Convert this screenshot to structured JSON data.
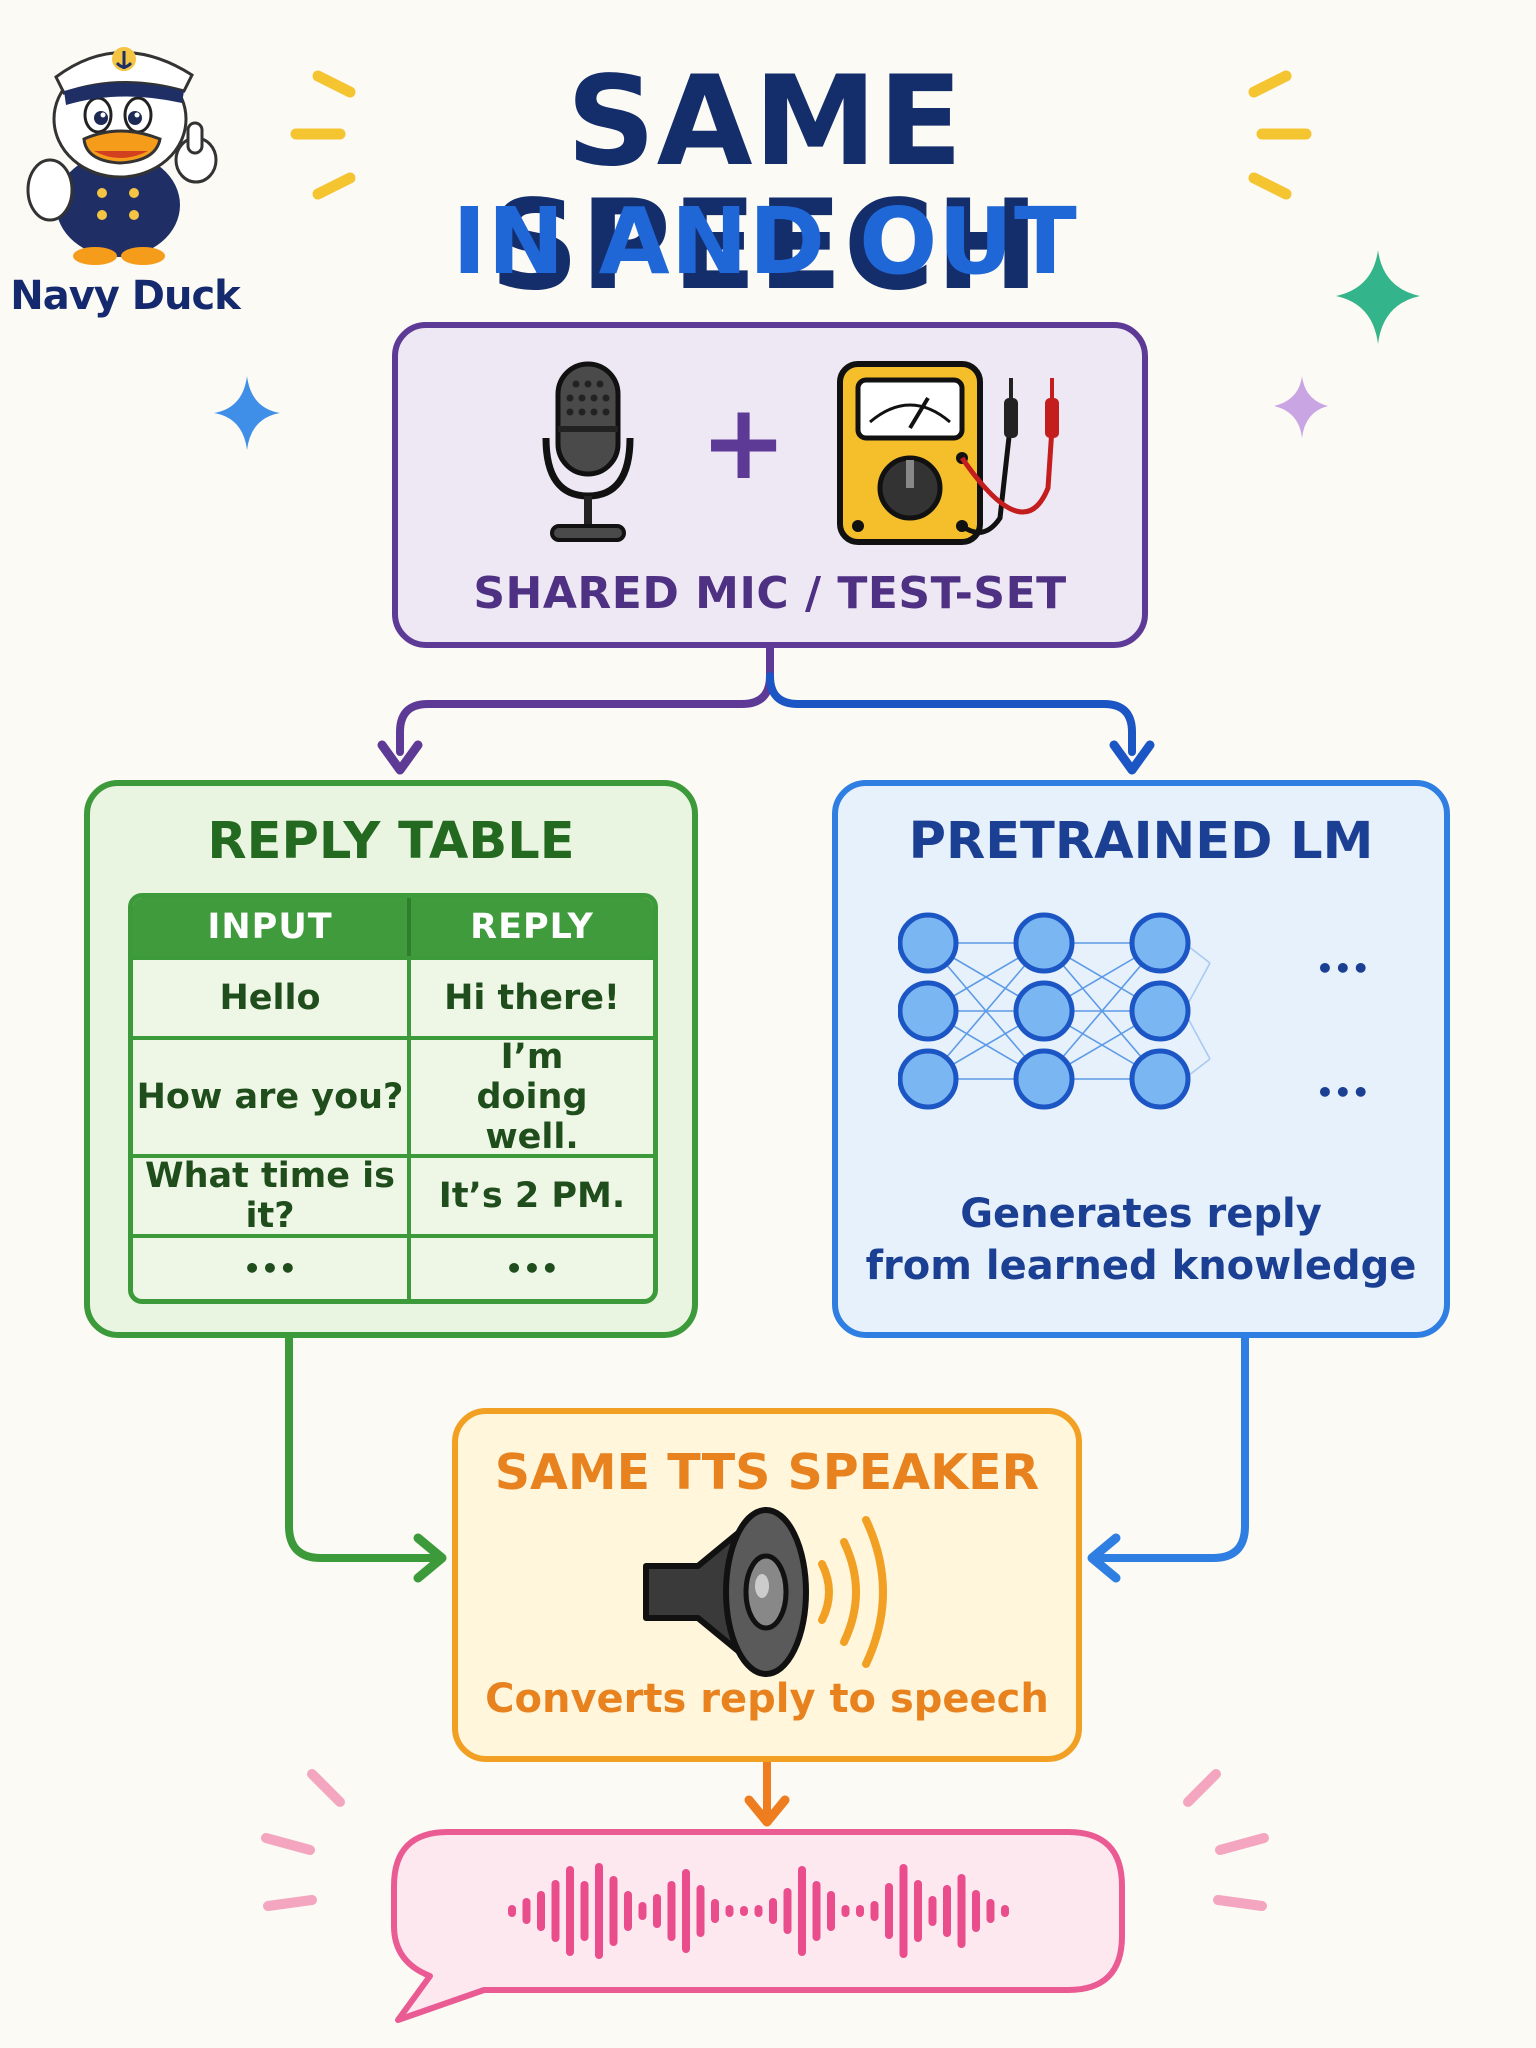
{
  "logo": {
    "text": "Navy Duck"
  },
  "title": {
    "main": "SAME SPEECH",
    "sub": "IN AND OUT"
  },
  "input_box": {
    "caption": "SHARED MIC / TEST-SET",
    "joiner": "+"
  },
  "reply_table": {
    "heading": "REPLY TABLE",
    "columns": [
      "INPUT",
      "REPLY"
    ],
    "rows": [
      [
        "Hello",
        "Hi there!"
      ],
      [
        "How are you?",
        "I’m doing well."
      ],
      [
        "What time is it?",
        "It’s 2 PM."
      ],
      [
        "•••",
        "•••"
      ]
    ]
  },
  "language_model": {
    "heading": "PRETRAINED LM",
    "caption_line1": "Generates reply",
    "caption_line2": "from learned knowledge",
    "ellipsis": "•••"
  },
  "tts": {
    "heading": "SAME TTS SPEAKER",
    "caption": "Converts reply to speech"
  },
  "colors": {
    "navy": "#142d6b",
    "blue": "#1f66d6",
    "purple": "#5e3a97",
    "green": "#3d9a3a",
    "lm_blue": "#2f7fe3",
    "orange": "#f2a024",
    "pink": "#e94d8c"
  },
  "icons": [
    "duck-mascot-icon",
    "microphone-icon",
    "multimeter-icon",
    "neural-network-icon",
    "speaker-icon",
    "sound-wave-icon",
    "sparkle-icon"
  ]
}
